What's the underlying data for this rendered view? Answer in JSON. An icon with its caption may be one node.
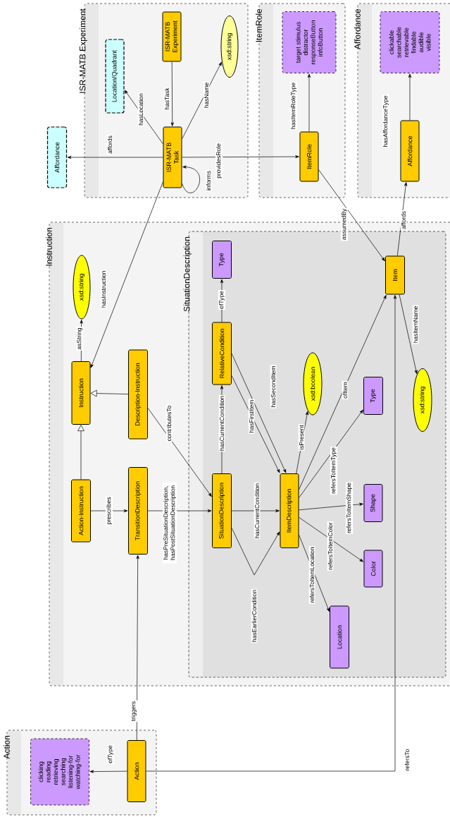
{
  "diagram": {
    "nodes": [
      {
        "text": [
          "ISR-MATB Experiment"
        ]
      },
      {
        "text": [
          "Location/Quadrant"
        ],
        "in": 0
      },
      {
        "text": [
          "ISR-MATB Experiment"
        ],
        "in": 0
      },
      {
        "text": [
          "xsd:string"
        ],
        "in": 0
      },
      {
        "text": [
          "ISR-MATB Task"
        ],
        "in": 0
      },
      {
        "text": [
          "Affordance"
        ]
      },
      {
        "text": [
          "ItemRole"
        ]
      },
      {
        "text": [
          "target stimulus distractor responseButton infoButton"
        ],
        "in": 6
      },
      {
        "text": [
          "ItemRole"
        ],
        "in": 6
      },
      {
        "text": [
          "Affordance"
        ]
      },
      {
        "text": [
          "clickable searchable retrievable findable audible visible"
        ],
        "in": 9
      },
      {
        "text": [
          "Affordance"
        ],
        "in": 9
      },
      {
        "text": [
          "Instruction"
        ]
      },
      {
        "text": [
          "xsd:string"
        ],
        "in": 12
      },
      {
        "text": [
          "Instruction"
        ],
        "in": 12
      },
      {
        "text": [
          "Description-Instruction"
        ],
        "in": 12
      },
      {
        "text": [
          "Action-Instruction"
        ],
        "in": 12
      },
      {
        "text": [
          "TransitionDescription"
        ],
        "in": 12
      },
      {
        "text": [
          "SituationDescription"
        ],
        "in": 12
      },
      {
        "text": [
          "Type"
        ],
        "in": 18
      },
      {
        "text": [
          "RelativeCondition"
        ],
        "in": 18
      },
      {
        "text": [
          "xsd:boolean"
        ],
        "in": 18
      },
      {
        "text": [
          "Item"
        ],
        "in": 18
      },
      {
        "text": [
          "Type"
        ],
        "in": 18
      },
      {
        "text": [
          "xsd:string"
        ],
        "in": 18
      },
      {
        "text": [
          "SituationDescription"
        ],
        "in": 18
      },
      {
        "text": [
          "ItemDescription"
        ],
        "in": 18
      },
      {
        "text": [
          "Shape"
        ],
        "in": 18
      },
      {
        "text": [
          "Color"
        ],
        "in": 18
      },
      {
        "text": [
          "Location"
        ],
        "in": 18
      },
      {
        "text": [
          "Action"
        ]
      },
      {
        "text": [
          "clicking reading retrieving searching listening-for watching-for"
        ],
        "in": 30
      },
      {
        "text": [
          "Action"
        ],
        "in": 30
      }
    ],
    "edges": [
      {
        "from": 2,
        "to": 4,
        "arrow": "to",
        "label": "hasTask"
      },
      {
        "from": 4,
        "to": 1,
        "arrow": "to",
        "label": "hasLocation"
      },
      {
        "from": 4,
        "to": 3,
        "arrow": "to",
        "label": "hasName"
      },
      {
        "from": 4,
        "to": 5,
        "arrow": "to",
        "label": "affords"
      },
      {
        "from": 4,
        "to": 4,
        "arrow": "to",
        "label": "informs"
      },
      {
        "from": 4,
        "to": 8,
        "arrow": "to",
        "label": "providesRole"
      },
      {
        "from": 8,
        "to": 7,
        "arrow": "to",
        "label": "hasItemRoleType"
      },
      {
        "from": 11,
        "to": 10,
        "arrow": "to",
        "label": "hasAffordanceType"
      },
      {
        "from": 8,
        "to": 22,
        "arrow": "to",
        "label": "assumedBy"
      },
      {
        "from": 22,
        "to": 11,
        "arrow": "to",
        "label": "affords"
      },
      {
        "from": 4,
        "to": 14,
        "arrow": "to",
        "label": "hasInstruction"
      },
      {
        "from": 14,
        "to": 13,
        "arrow": "to",
        "label": "asString"
      },
      {
        "from": 15,
        "to": 14,
        "arrow": "to"
      },
      {
        "from": 16,
        "to": 14,
        "arrow": "to"
      },
      {
        "from": 16,
        "to": 17,
        "arrow": "to",
        "label": "prescribes"
      },
      {
        "from": 17,
        "to": 25,
        "arrow": "to",
        "label": "hasPreSituationDescription, hasPostSituationDescription"
      },
      {
        "from": 15,
        "to": 25,
        "arrow": "to",
        "label": "contributesTo"
      },
      {
        "from": 25,
        "to": 20,
        "arrow": "to",
        "label": "hasCurrentCondition"
      },
      {
        "from": 20,
        "to": 19,
        "arrow": "to",
        "label": "ofType"
      },
      {
        "from": 20,
        "to": 26,
        "arrow": "to",
        "label": "hasFirstItem"
      },
      {
        "from": 20,
        "to": 26,
        "arrow": "to",
        "label": "hasSecondItem"
      },
      {
        "from": 25,
        "to": 26,
        "arrow": "to",
        "label": "hasCurrentCondition"
      },
      {
        "from": 25,
        "to": 26,
        "arrow": "to",
        "label": "hasEarlierCondition"
      },
      {
        "from": 26,
        "to": 21,
        "arrow": "to",
        "label": "isPresent"
      },
      {
        "from": 26,
        "to": 22,
        "arrow": "to",
        "label": "ofItem"
      },
      {
        "from": 26,
        "to": 23,
        "arrow": "to",
        "label": "refersToItemType"
      },
      {
        "from": 26,
        "to": 27,
        "arrow": "to",
        "label": "refersToItemShape"
      },
      {
        "from": 26,
        "to": 28,
        "arrow": "to",
        "label": "refersToItemColor"
      },
      {
        "from": 26,
        "to": 29,
        "arrow": "to",
        "label": "refersToItemLocation"
      },
      {
        "from": 22,
        "to": 24,
        "arrow": "to",
        "label": "hasItemName"
      },
      {
        "from": 32,
        "to": 17,
        "arrow": "to",
        "label": "triggers"
      },
      {
        "from": 32,
        "to": 31,
        "arrow": "to",
        "label": "ofType"
      },
      {
        "from": 32,
        "to": 22,
        "arrow": "to",
        "label": "refersTo"
      }
    ]
  }
}
